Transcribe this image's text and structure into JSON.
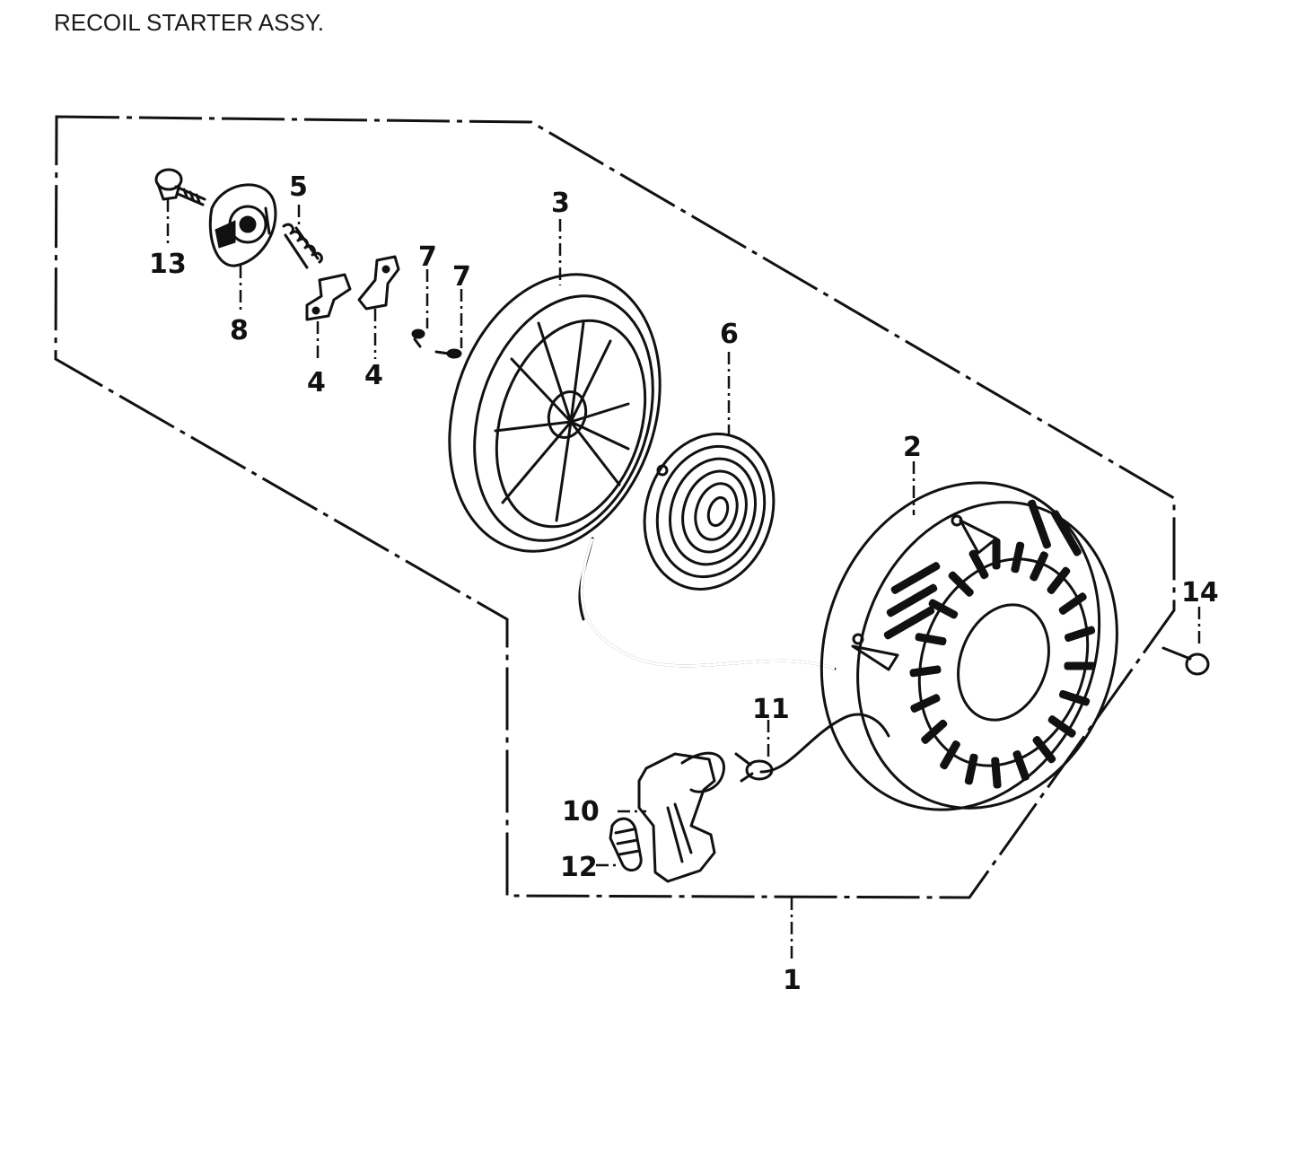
{
  "title": "RECOIL STARTER ASSY.",
  "callouts": [
    {
      "id": "1",
      "label": "1"
    },
    {
      "id": "2",
      "label": "2"
    },
    {
      "id": "3",
      "label": "3"
    },
    {
      "id": "4a",
      "label": "4"
    },
    {
      "id": "4b",
      "label": "4"
    },
    {
      "id": "5",
      "label": "5"
    },
    {
      "id": "6",
      "label": "6"
    },
    {
      "id": "7a",
      "label": "7"
    },
    {
      "id": "7b",
      "label": "7"
    },
    {
      "id": "8",
      "label": "8"
    },
    {
      "id": "10",
      "label": "10"
    },
    {
      "id": "11",
      "label": "11"
    },
    {
      "id": "12",
      "label": "12"
    },
    {
      "id": "13",
      "label": "13"
    },
    {
      "id": "14",
      "label": "14"
    }
  ]
}
